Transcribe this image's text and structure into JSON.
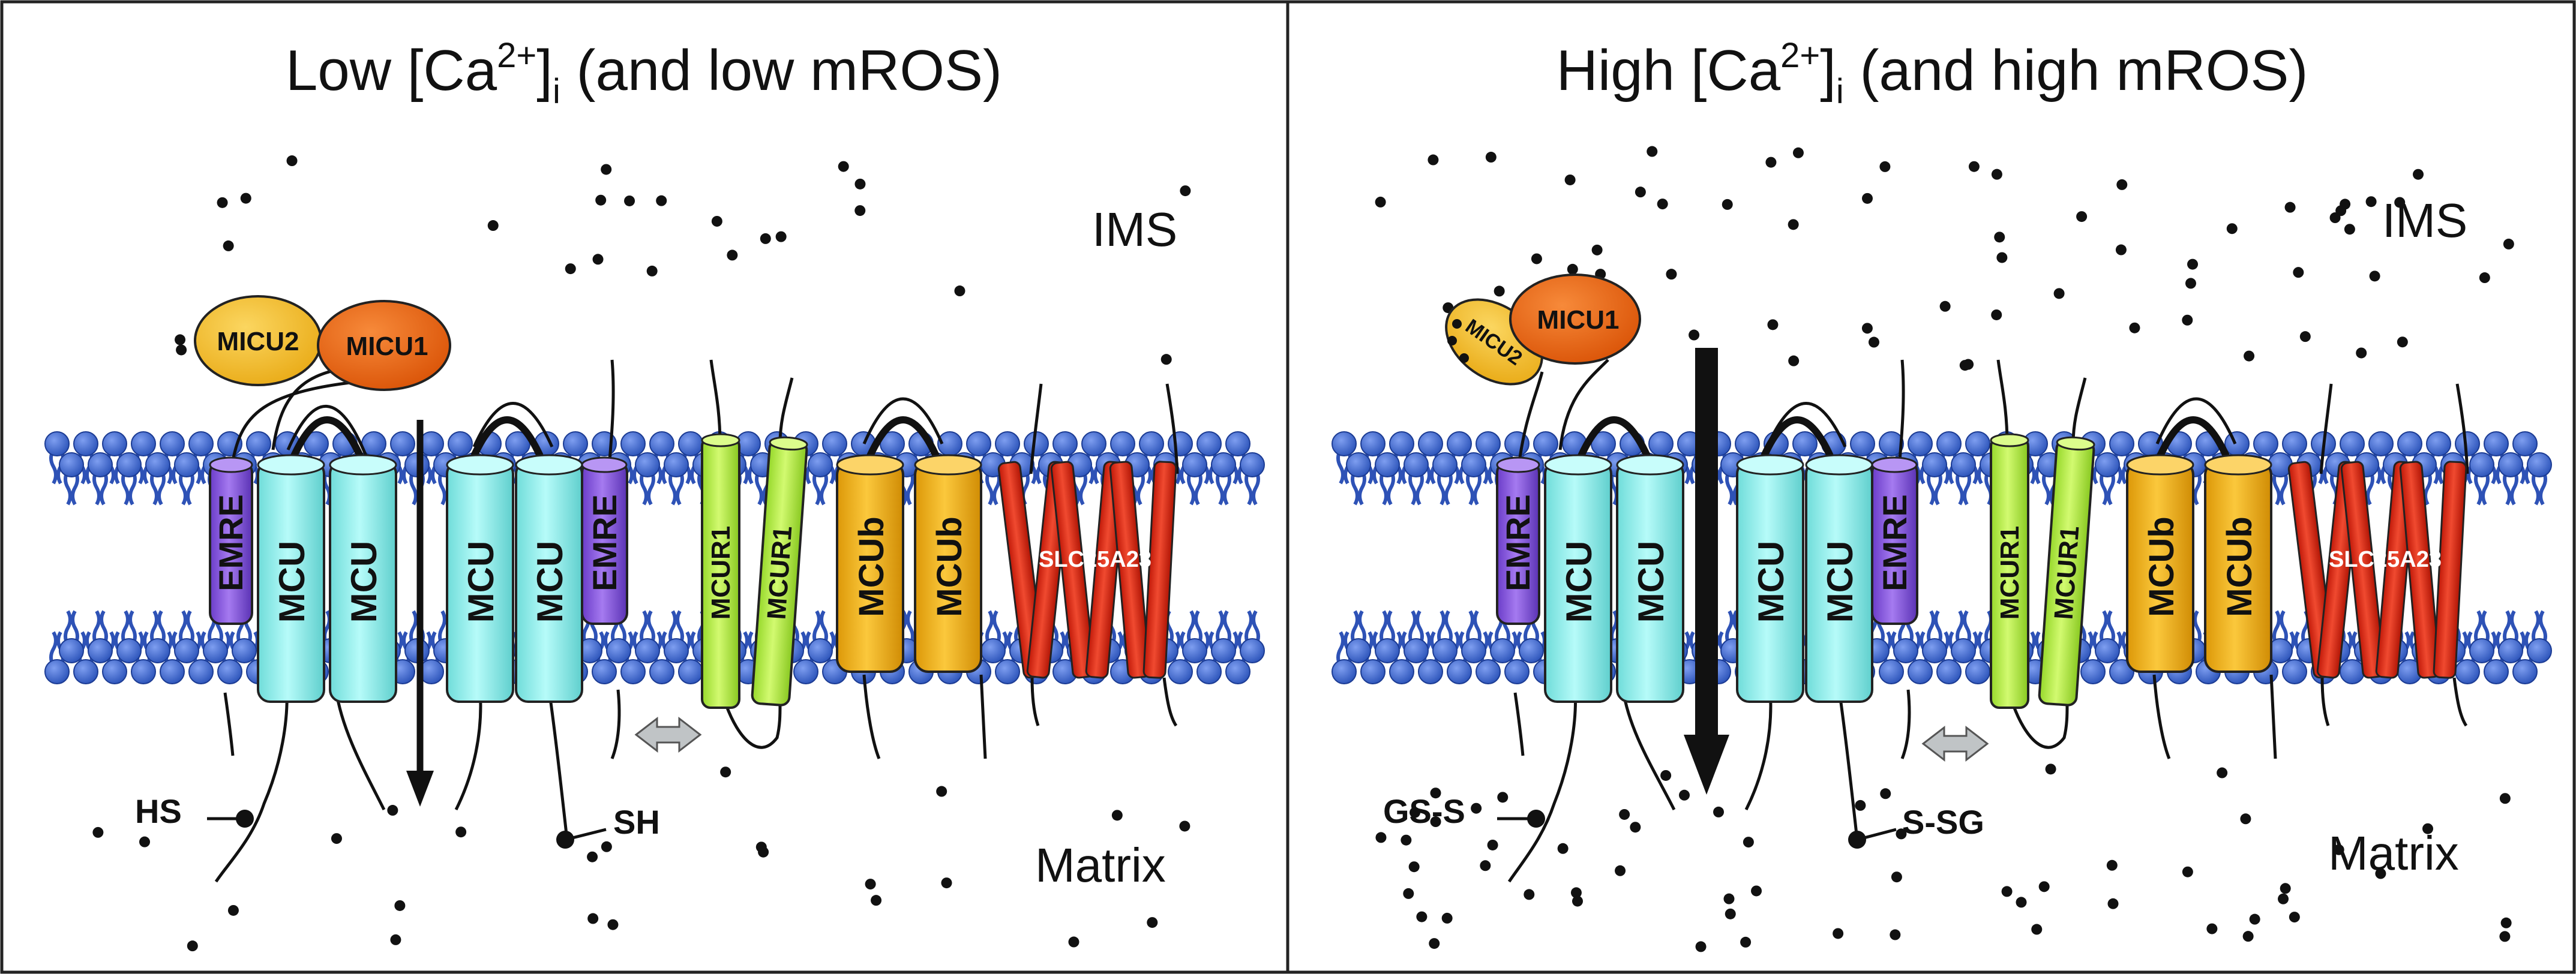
{
  "colors": {
    "lipid_head": "#3a62c8",
    "lipid_tail": "#2a4fb0",
    "mcu": "#8ff0ee",
    "emre": "#8a55e0",
    "mcur1": "#b8f04a",
    "mcub": "#f2b21c",
    "slc25a23": "#e52a14",
    "micu2": "#f4bd22",
    "micu1": "#ea6412",
    "double_arrow": "#c0c4c6"
  },
  "panels": [
    {
      "key": "low",
      "title_main": "Low [Ca",
      "title_sup": "2+",
      "title_close": "]",
      "title_sub": "i",
      "title_tail": " (and low mROS)",
      "ims_label": "IMS",
      "matrix_label": "Matrix",
      "micu2_label": "MICU2",
      "micu1_label": "MICU1",
      "thiol_left": "HS",
      "thiol_right": "SH",
      "proteins": {
        "emre": "EMRE",
        "mcu": "MCU",
        "mcur1": "MCUR1",
        "mcub": "MCUb",
        "slc25a23": "SLC25A23"
      }
    },
    {
      "key": "high",
      "title_main": "High [Ca",
      "title_sup": "2+",
      "title_close": "]",
      "title_sub": "i",
      "title_tail": " (and high mROS)",
      "ims_label": "IMS",
      "matrix_label": "Matrix",
      "micu2_label": "MICU2",
      "micu1_label": "MICU1",
      "thiol_left": "GS-S",
      "thiol_right": "S-SG",
      "proteins": {
        "emre": "EMRE",
        "mcu": "MCU",
        "mcur1": "MCUR1",
        "mcub": "MCUb",
        "slc25a23": "SLC25A23"
      }
    }
  ]
}
